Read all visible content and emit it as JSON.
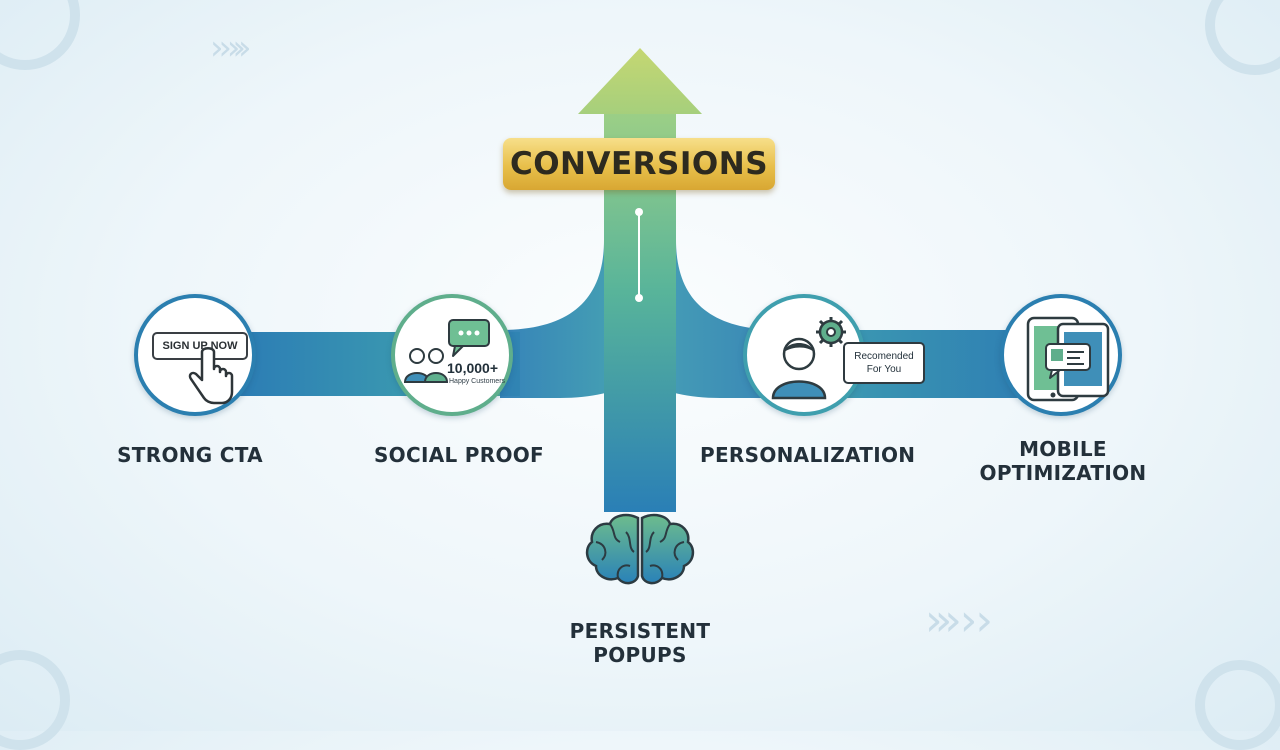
{
  "goal": {
    "label": "CONVERSIONS"
  },
  "nodes": [
    {
      "id": "strong-cta",
      "label": "STRONG CTA",
      "icon": "pointer-hand-icon",
      "button_text": "SIGN UP NOW"
    },
    {
      "id": "social-proof",
      "label": "SOCIAL PROOF",
      "icon": "people-chat-icon",
      "count": "10,000+",
      "count_caption": "Happy Customers"
    },
    {
      "id": "persistent-popups",
      "label_line1": "PERSISTENT",
      "label_line2": "POPUPS",
      "icon": "brain-icon"
    },
    {
      "id": "personalization",
      "label": "PERSONALIZATION",
      "icon": "user-gear-icon",
      "bubble_line1": "Recomended",
      "bubble_line2": "For You"
    },
    {
      "id": "mobile-optimization",
      "label_line1": "MOBILE",
      "label_line2": "OPTIMIZATION",
      "icon": "phone-tablet-icon"
    }
  ],
  "colors": {
    "blue": "#2b7fb0",
    "teal": "#3f9fae",
    "green": "#6cb88a",
    "arrow_head": "#b9d27a",
    "badge_gold": "#e8bf4a"
  }
}
